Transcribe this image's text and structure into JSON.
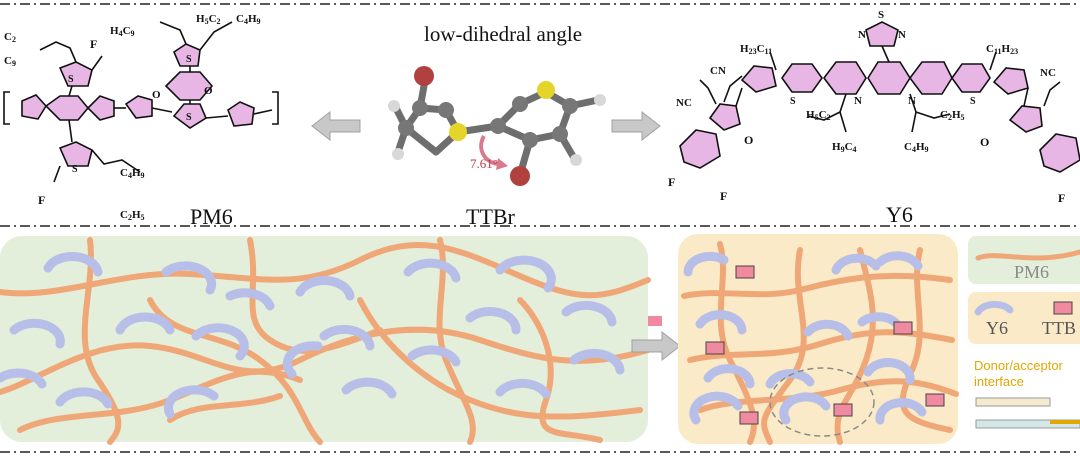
{
  "labels": {
    "pm6": "PM6",
    "ttbr": "TTBr",
    "y6": "Y6",
    "low_dihedral": "low-dihedral angle",
    "angle_value": "7.61°"
  },
  "legend": {
    "pm6": "PM6",
    "y6": "Y6",
    "ttbr": "TTB",
    "interface": "Donor/acceptor\ninterface"
  },
  "colors": {
    "left_panel": "#e3eedb",
    "right_panel": "#fbeac7",
    "polymer": "#f0a777",
    "acceptor": "#b7bfe8",
    "additive": "#f08aa0",
    "ring_fill": "#e7b6e4",
    "arrow": "#b8b8b8"
  }
}
